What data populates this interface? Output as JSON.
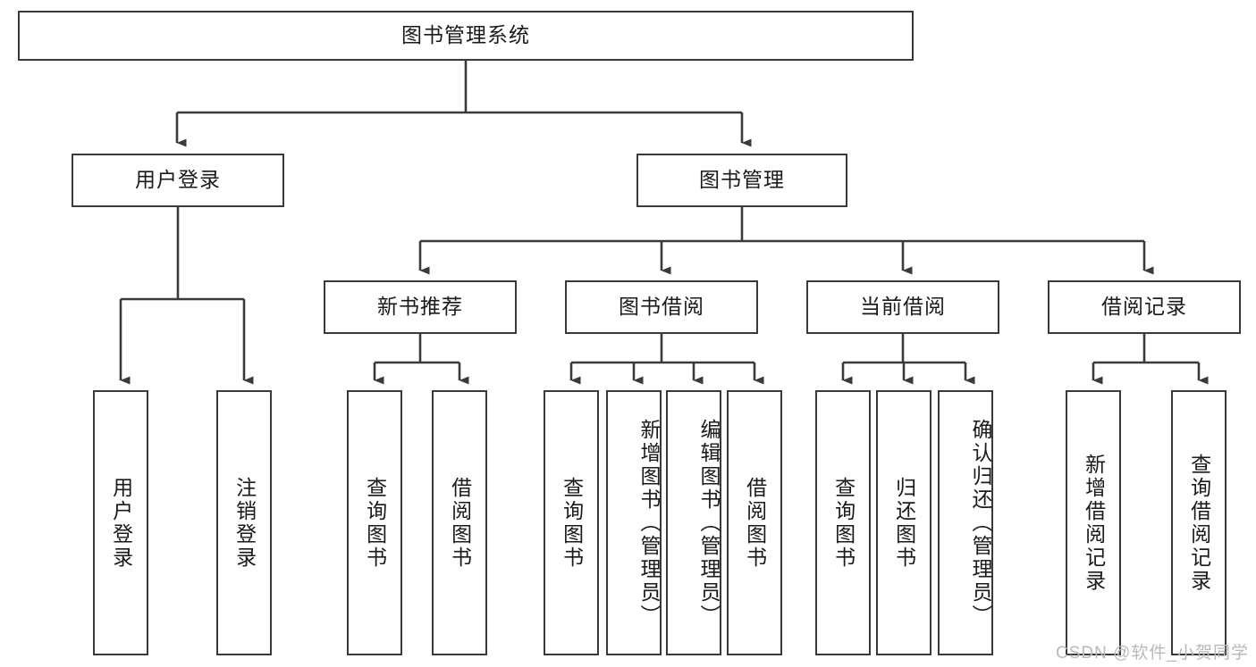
{
  "diagram": {
    "title": "图书管理系统",
    "type": "tree-hierarchy-chart",
    "watermark": "CSDN @软件_小贺同学",
    "line_color": "#3a3a3a",
    "fill_color": "#ffffff",
    "text_color": "#1a1a1a",
    "watermark_color": "#b9b9b9"
  },
  "nodes": {
    "root": {
      "label": "图书管理系统"
    },
    "level2": [
      {
        "id": "user-login",
        "label": "用户登录"
      },
      {
        "id": "book-manage",
        "label": "图书管理"
      }
    ],
    "level3": [
      {
        "id": "new-book-recommend",
        "label": "新书推荐"
      },
      {
        "id": "book-borrow",
        "label": "图书借阅"
      },
      {
        "id": "current-borrow",
        "label": "当前借阅"
      },
      {
        "id": "borrow-record",
        "label": "借阅记录"
      }
    ],
    "leaves": {
      "user_login": [
        {
          "id": "leaf-user-login",
          "label": "用户登录"
        },
        {
          "id": "leaf-logout-login",
          "label": "注销登录"
        }
      ],
      "new_book_recommend": [
        {
          "id": "leaf-query-book-1",
          "label": "查询图书"
        },
        {
          "id": "leaf-borrow-book-1",
          "label": "借阅图书"
        }
      ],
      "book_borrow": [
        {
          "id": "leaf-query-book-2",
          "label": "查询图书"
        },
        {
          "id": "leaf-add-book",
          "label": "新增图书（管理员）"
        },
        {
          "id": "leaf-edit-book",
          "label": "编辑图书（管理员）"
        },
        {
          "id": "leaf-borrow-book-2",
          "label": "借阅图书"
        }
      ],
      "current_borrow": [
        {
          "id": "leaf-query-book-3",
          "label": "查询图书"
        },
        {
          "id": "leaf-return-book",
          "label": "归还图书"
        },
        {
          "id": "leaf-confirm-return",
          "label": "确认归还（管理员）"
        }
      ],
      "borrow_record": [
        {
          "id": "leaf-add-borrow-record",
          "label": "新增借阅记录"
        },
        {
          "id": "leaf-query-borrow-record",
          "label": "查询借阅记录"
        }
      ]
    }
  }
}
